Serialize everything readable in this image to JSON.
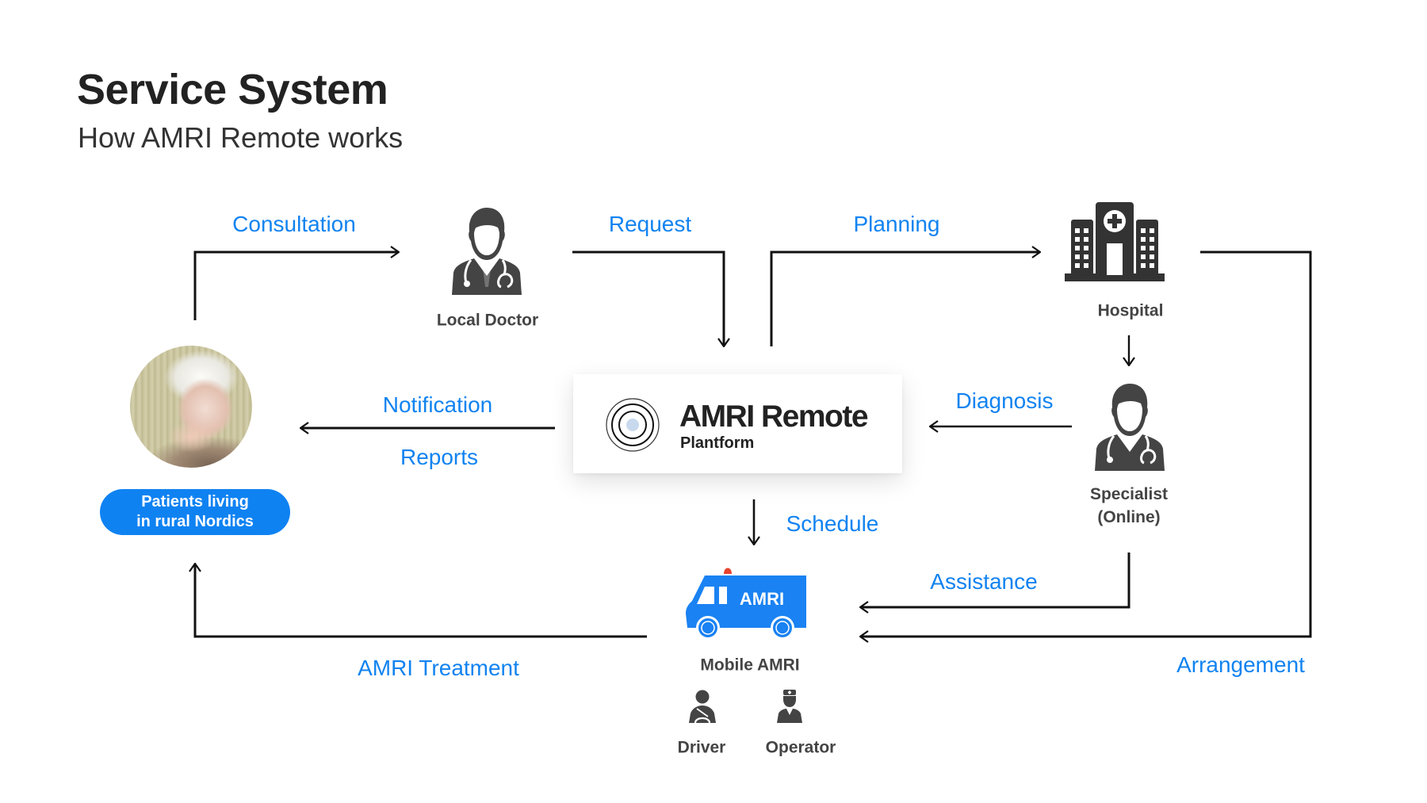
{
  "header": {
    "title": "Service System",
    "subtitle": "How AMRI Remote works"
  },
  "colors": {
    "accent_blue": "#1183f0",
    "pill_blue": "#0f82f2",
    "icon_gray": "#444444",
    "line": "#111111",
    "siren_red": "#e8432e",
    "logo_dot": "#c8d9ee"
  },
  "platform": {
    "title": "AMRI Remote",
    "subtitle": "Plantform",
    "icon": "concentric-rings-logo"
  },
  "nodes": {
    "patients": {
      "label_line1": "Patients living",
      "label_line2": "in rural Nordics",
      "icon": "patient-photo"
    },
    "local_doctor": {
      "label": "Local Doctor",
      "icon": "doctor-icon"
    },
    "hospital": {
      "label": "Hospital",
      "icon": "hospital-icon"
    },
    "specialist": {
      "label_line1": "Specialist",
      "label_line2": "(Online)",
      "icon": "doctor-icon"
    },
    "mobile_amri": {
      "label": "Mobile AMRI",
      "vehicle_text": "AMRI",
      "icon": "ambulance-icon"
    },
    "driver": {
      "label": "Driver",
      "icon": "driver-icon"
    },
    "operator": {
      "label": "Operator",
      "icon": "nurse-icon"
    }
  },
  "flows": {
    "consultation": "Consultation",
    "request": "Request",
    "planning": "Planning",
    "notification": "Notification",
    "reports": "Reports",
    "diagnosis": "Diagnosis",
    "schedule": "Schedule",
    "assistance": "Assistance",
    "arrangement": "Arrangement",
    "treatment": "AMRI Treatment"
  }
}
